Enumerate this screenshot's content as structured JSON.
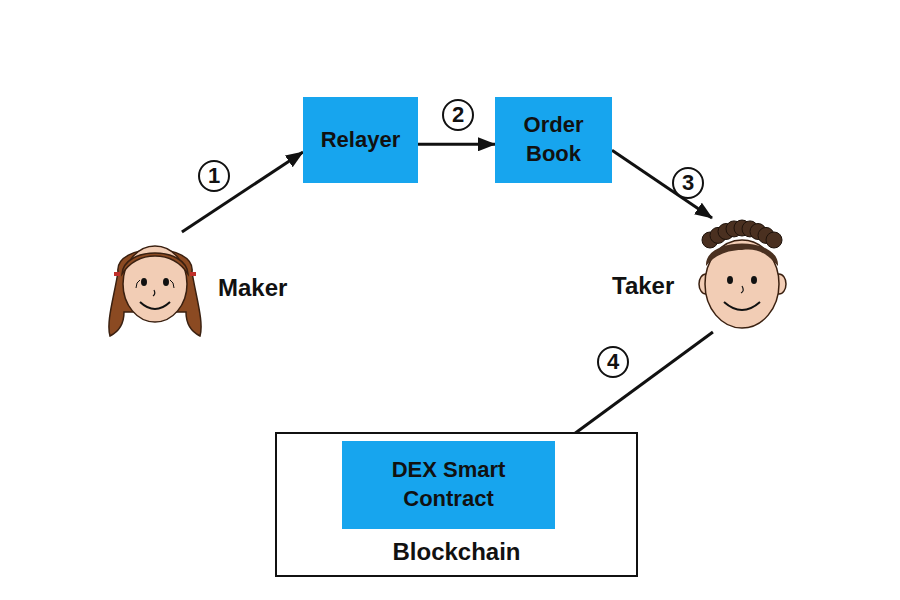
{
  "diagram": {
    "nodes": [
      {
        "text": [
          "Maker"
        ]
      },
      {
        "text": [
          "Relayer"
        ]
      },
      {
        "text": [
          "Order Book"
        ]
      },
      {
        "text": [
          "Taker"
        ]
      },
      {
        "text": [
          "Blockchain"
        ]
      },
      {
        "text": [
          "DEX Smart Contract"
        ],
        "in": 4
      }
    ],
    "edges": [
      {
        "from": 0,
        "to": 1,
        "label": "1",
        "arrow": "to"
      },
      {
        "from": 1,
        "to": 2,
        "label": "2",
        "arrow": "to"
      },
      {
        "from": 2,
        "to": 3,
        "label": "3",
        "arrow": "to"
      },
      {
        "from": 3,
        "to": 5,
        "label": "4",
        "arrow": "to"
      }
    ]
  }
}
